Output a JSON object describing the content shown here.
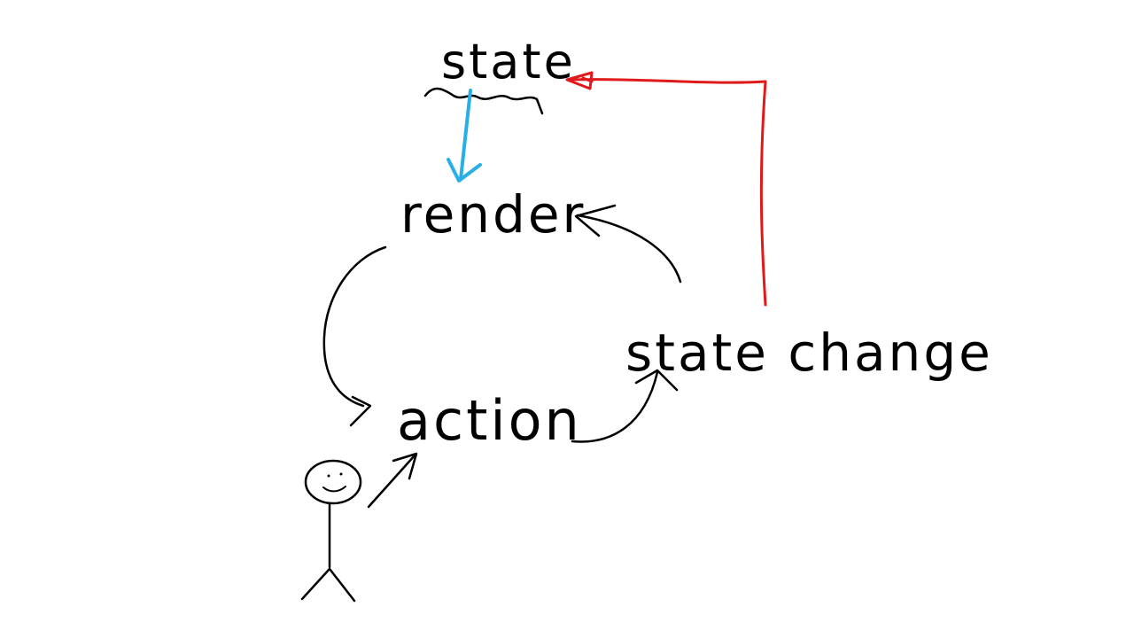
{
  "labels": {
    "state": "state",
    "render": "render",
    "action": "action",
    "state_change": "state change"
  },
  "colors": {
    "ink": "#000000",
    "state_to_render_arrow": "#29aee6",
    "feedback_arrow": "#e01a1a",
    "background": "#ffffff"
  }
}
